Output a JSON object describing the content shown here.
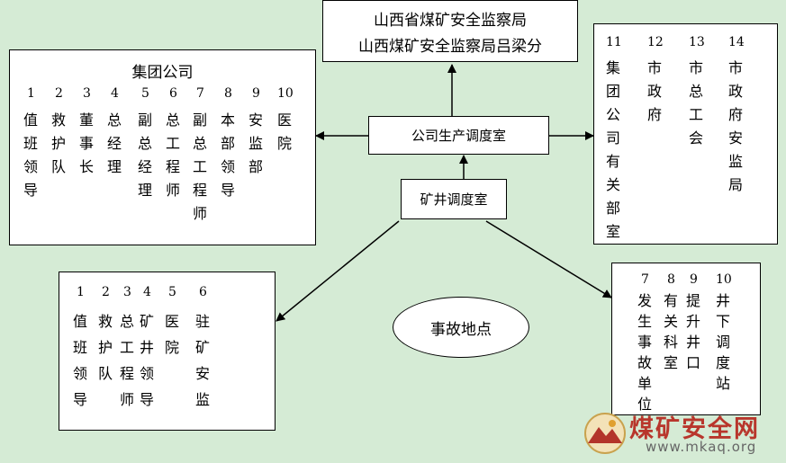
{
  "authority": {
    "line1": "山西省煤矿安全监察局",
    "line2": "山西煤矿安全监察局吕梁分"
  },
  "group_company": {
    "title": "集团公司",
    "numbers": [
      "1",
      "2",
      "3",
      "4",
      "5",
      "6",
      "7",
      "8",
      "9",
      "10"
    ],
    "columns": [
      "值班领导",
      "救护队",
      "董事长",
      "总经理",
      "副总经理",
      "总工程师",
      "副总工程师",
      "本部领导",
      "安监部",
      "医院"
    ]
  },
  "company_dispatch": {
    "label": "公司生产调度室"
  },
  "mine_dispatch": {
    "label": "矿井调度室"
  },
  "city_units": {
    "numbers": [
      "11",
      "12",
      "13",
      "14"
    ],
    "columns": [
      "集团公司有关部室",
      "市政府",
      "市总工会",
      "市政府安监局"
    ]
  },
  "site_units": {
    "numbers": [
      "1",
      "2",
      "3",
      "4",
      "5",
      "6"
    ],
    "columns": [
      "值班领导",
      "救护队",
      "总工程师",
      "矿井领导",
      "医院",
      "驻矿安监"
    ]
  },
  "mine_units": {
    "numbers": [
      "7",
      "8",
      "9",
      "10"
    ],
    "columns": [
      "发生事故单位",
      "有关科室",
      "提升井口",
      "井下调度站"
    ]
  },
  "accident": {
    "label": "事故地点"
  },
  "watermark": {
    "name": "煤矿安全网",
    "url": "www.mkaq.org"
  },
  "colors": {
    "background": "#d5ebd5",
    "box": "#ffffff",
    "line": "#000000"
  }
}
